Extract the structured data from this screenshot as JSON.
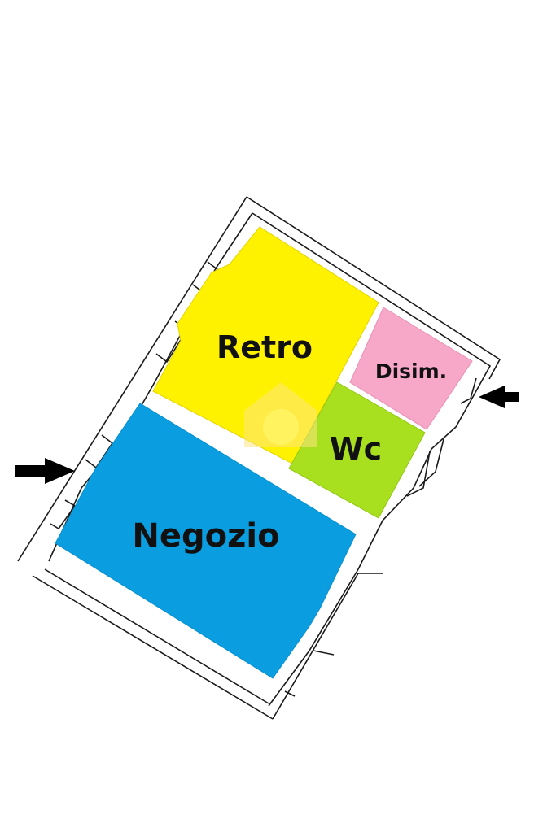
{
  "rooms": {
    "retro": {
      "label": "Retro",
      "color": "#fff200"
    },
    "disim": {
      "label": "Disim.",
      "color": "#f7a8c8"
    },
    "wc": {
      "label": "Wc",
      "color": "#a8e020"
    },
    "negozio": {
      "label": "Negozio",
      "color": "#0a9de0"
    }
  },
  "arrows": [
    {
      "name": "entrance-arrow-left",
      "direction": "right"
    },
    {
      "name": "entrance-arrow-right",
      "direction": "left"
    }
  ],
  "colors": {
    "walls": "#1a1a1a",
    "background": "#ffffff",
    "watermark": "#ffe680"
  }
}
